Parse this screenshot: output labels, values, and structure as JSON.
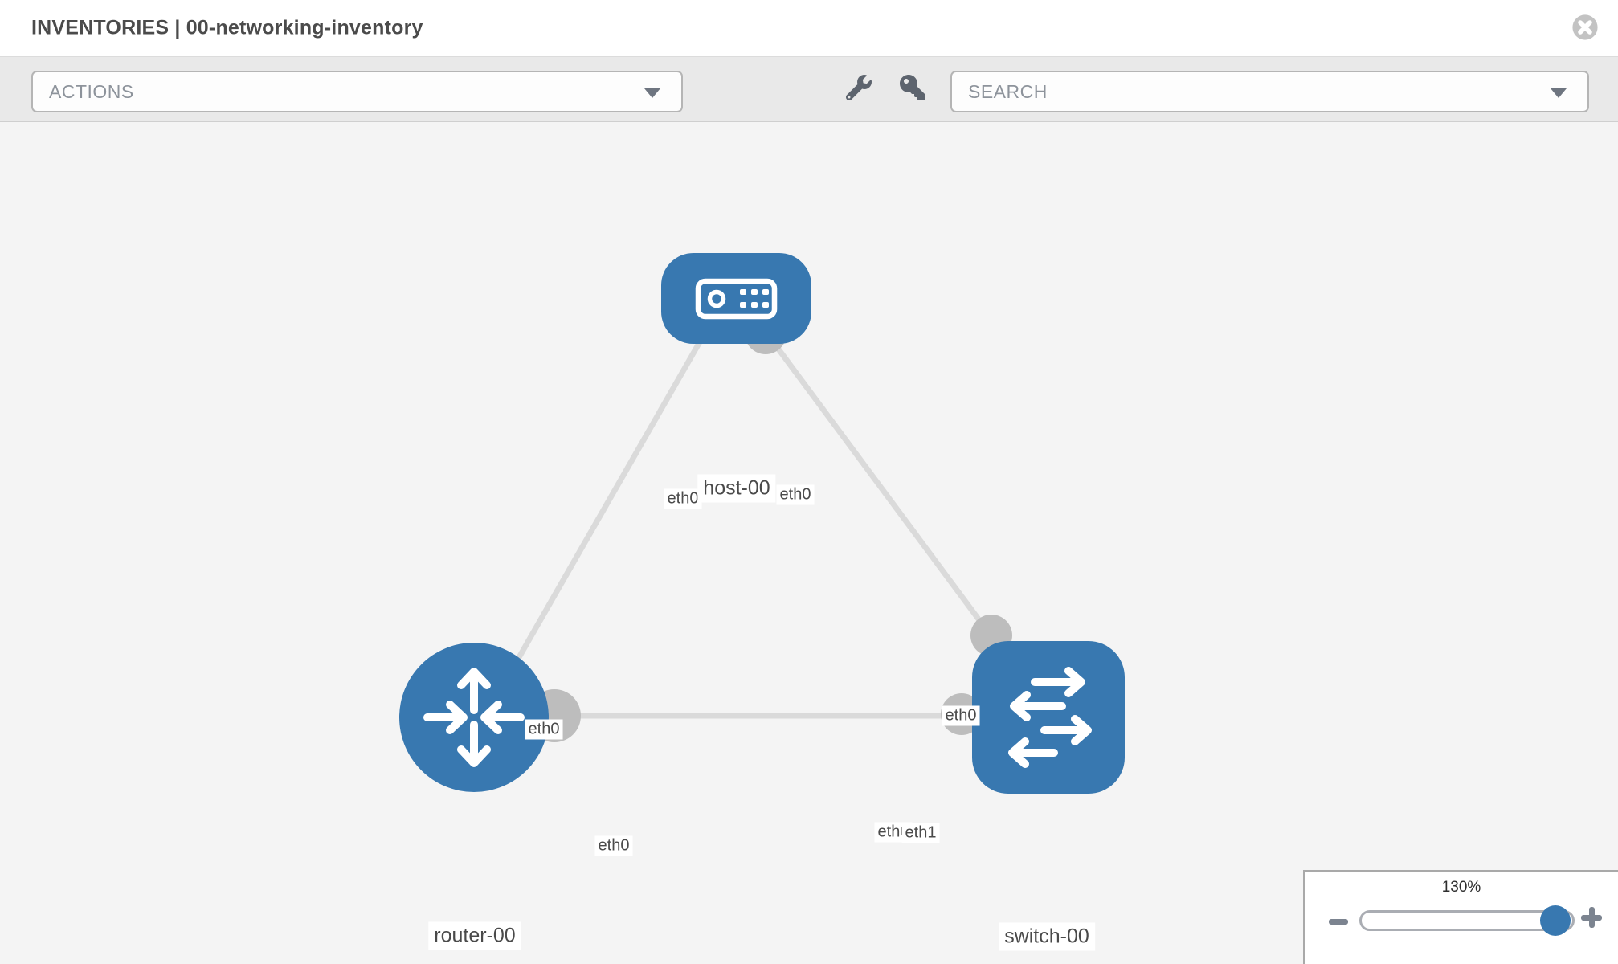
{
  "header": {
    "title": "INVENTORIES | 00-networking-inventory",
    "icons": {
      "close": "close-circle-icon"
    }
  },
  "toolbar": {
    "actions_dropdown": {
      "label": "ACTIONS"
    },
    "search_dropdown": {
      "placeholder": "SEARCH"
    },
    "icons": {
      "wrench": "wrench-icon",
      "key": "key-icon",
      "caret": "chevron-down-icon"
    }
  },
  "topology": {
    "nodes": [
      {
        "label": "host-00",
        "type": "host",
        "icon": "host-device-icon"
      },
      {
        "label": "router-00",
        "type": "router",
        "icon": "router-arrows-icon"
      },
      {
        "label": "switch-00",
        "type": "switch",
        "icon": "switch-arrows-icon"
      }
    ],
    "links": [
      {
        "from": "host-00",
        "from_interface": "eth0",
        "to": "router-00",
        "to_interface": "eth0"
      },
      {
        "from": "host-00",
        "from_interface": "eth0",
        "to": "switch-00",
        "to_interface": "eth0"
      },
      {
        "from": "router-00",
        "from_interface": "eth0",
        "to": "switch-00",
        "to_interface": "eth1"
      }
    ],
    "interface_labels": [
      {
        "text": "eth0"
      },
      {
        "text": "eth0"
      },
      {
        "text": "eth0"
      },
      {
        "text": "eth0"
      },
      {
        "text": "eth0"
      },
      {
        "text": "eth0"
      },
      {
        "text": "eth1"
      }
    ]
  },
  "zoom_control": {
    "level": "130%",
    "icons": {
      "minus": "minus-icon",
      "plus": "plus-icon"
    }
  },
  "colors": {
    "node_blue": "#3878b0",
    "link_gray": "#dadada",
    "port_gray": "#bdbdbd",
    "canvas_bg": "#f4f4f4",
    "toolbar_bg": "#e9e9e9",
    "label_text": "#4a4a4a"
  }
}
